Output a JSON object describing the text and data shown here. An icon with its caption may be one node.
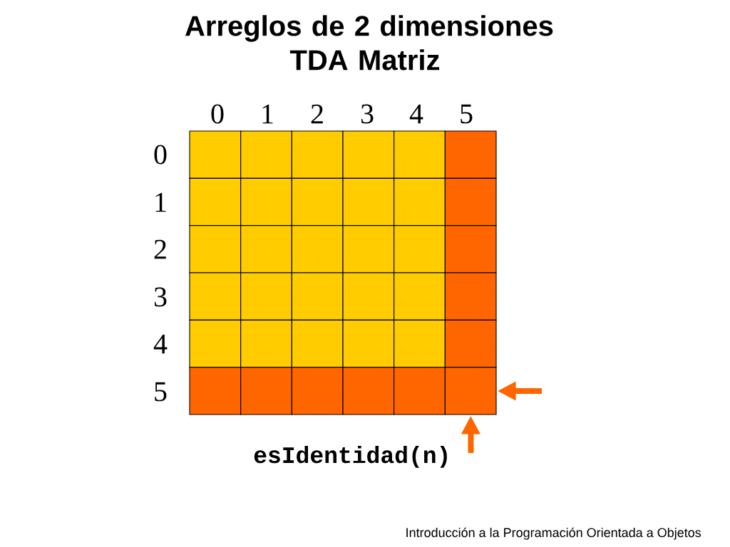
{
  "diagram": {
    "title": "Arreglos de 2 dimensiones TDA Matriz",
    "nodes": [
      {
        "text": [],
        "shape": "box"
      },
      {
        "text": [],
        "shape": "box"
      },
      {
        "text": [],
        "shape": "box"
      },
      {
        "text": [],
        "shape": "box"
      },
      {
        "text": [],
        "shape": "box"
      },
      {
        "text": [],
        "shape": "box"
      },
      {
        "text": [],
        "shape": "box"
      },
      {
        "text": [],
        "shape": "box"
      },
      {
        "text": [],
        "shape": "box"
      },
      {
        "text": [],
        "shape": "box"
      },
      {
        "text": [],
        "shape": "box"
      },
      {
        "text": [],
        "shape": "box"
      },
      {
        "text": [],
        "shape": "box"
      },
      {
        "text": [],
        "shape": "box"
      },
      {
        "text": [],
        "shape": "box"
      },
      {
        "text": [],
        "shape": "box"
      },
      {
        "text": [],
        "shape": "box"
      },
      {
        "text": [],
        "shape": "box"
      },
      {
        "text": [],
        "shape": "box"
      },
      {
        "text": [],
        "shape": "box"
      },
      {
        "text": [],
        "shape": "box"
      },
      {
        "text": [],
        "shape": "box"
      },
      {
        "text": [],
        "shape": "box"
      },
      {
        "text": [],
        "shape": "box"
      },
      {
        "text": [],
        "shape": "box"
      },
      {
        "text": [],
        "shape": "box"
      },
      {
        "text": [],
        "shape": "box"
      },
      {
        "text": [],
        "shape": "box"
      },
      {
        "text": [],
        "shape": "box"
      },
      {
        "text": [],
        "shape": "box"
      },
      {
        "text": [],
        "shape": "box"
      },
      {
        "text": [],
        "shape": "box"
      },
      {
        "text": [],
        "shape": "box"
      },
      {
        "text": [],
        "shape": "box"
      },
      {
        "text": [],
        "shape": "box"
      },
      {
        "text": [],
        "shape": "box"
      }
    ],
    "edges": [
      {
        "from": null,
        "to": 35,
        "arrow": "to"
      },
      {
        "from": null,
        "to": 35,
        "arrow": "to"
      }
    ],
    "labels": [
      "0",
      "1",
      "2",
      "3",
      "4",
      "5",
      "0",
      "1",
      "2",
      "3",
      "4",
      "5",
      "esIdentidad(n)",
      "Introducción a la Programación Orientada a Objetos"
    ]
  }
}
